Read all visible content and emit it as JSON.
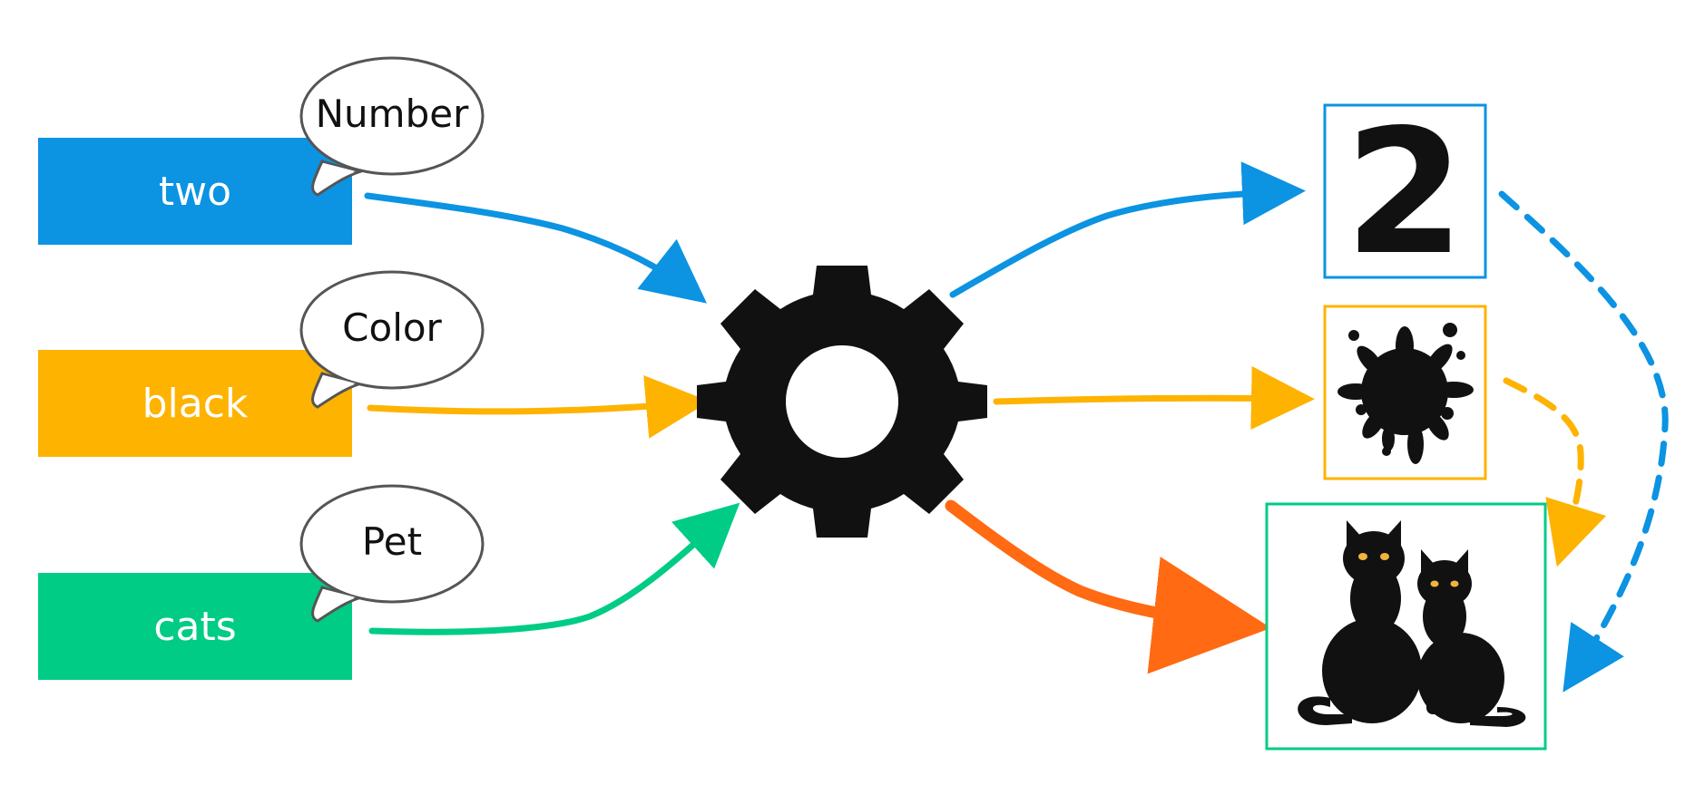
{
  "inputs": [
    {
      "word": "two",
      "category": "Number",
      "color": "#0C93E2"
    },
    {
      "word": "black",
      "category": "Color",
      "color": "#FDB300"
    },
    {
      "word": "cats",
      "category": "Pet",
      "color": "#00CC85"
    }
  ],
  "outputs": {
    "number_digit": "2",
    "number_color": "#0C93E2",
    "color_color": "#FDB300",
    "pet_color": "#00CC85",
    "final_arrow_color": "#FF6A13"
  },
  "icons": {
    "center": "gear-icon",
    "color_output": "ink-splat-icon",
    "pet_output": "black-cats-icon"
  }
}
